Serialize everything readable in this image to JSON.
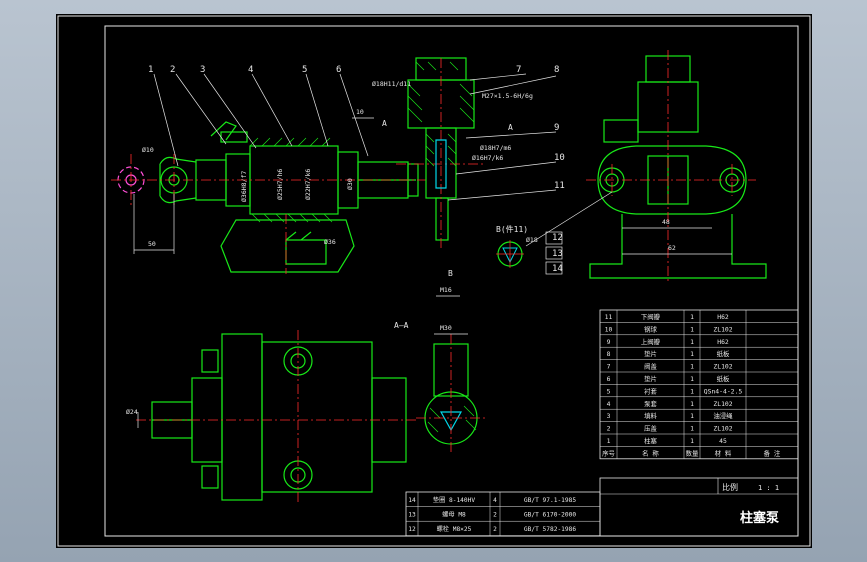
{
  "drawing": {
    "title": "柱塞泵",
    "scale_label": "比例",
    "scale_value": "1 : 1",
    "section_label": "A—A",
    "detail_label": "B(件11)",
    "cut_a_left": "A",
    "cut_a_right": "A",
    "cut_b": "B"
  },
  "leaders": {
    "top": [
      "1",
      "2",
      "3",
      "4",
      "5",
      "6"
    ],
    "right": [
      "7",
      "8",
      "9",
      "10",
      "11",
      "12",
      "13",
      "14"
    ]
  },
  "dimensions": [
    "Ø10",
    "50",
    "10",
    "Ø36H8/f7",
    "Ø25H7/h6",
    "Ø22H7/k6",
    "Ø36",
    "Ø30",
    "M27×1.5-6H/6g",
    "Ø18H11/d11",
    "Ø18H7/m6",
    "Ø16H7/k6",
    "M16",
    "Ø18",
    "M30",
    "Ø24",
    "48",
    "62"
  ],
  "colors": {
    "outline": "#18e818",
    "center": "#ff2b2b",
    "dim": "#e6e6e6",
    "leader": "#e6e6e6",
    "hatch": "#18e818",
    "cyan": "#00d8e8",
    "frame": "#e8e8e8"
  },
  "parts_table": {
    "headers": [
      "序号",
      "名 称",
      "数量",
      "材 料",
      "备 注"
    ],
    "rows": [
      [
        "11",
        "下阀瓣",
        "1",
        "H62",
        ""
      ],
      [
        "10",
        "钢球",
        "1",
        "ZL102",
        ""
      ],
      [
        "9",
        "上阀瓣",
        "1",
        "H62",
        ""
      ],
      [
        "8",
        "垫片",
        "1",
        "纸板",
        ""
      ],
      [
        "7",
        "阀盖",
        "1",
        "ZL102",
        ""
      ],
      [
        "6",
        "垫片",
        "1",
        "纸板",
        ""
      ],
      [
        "5",
        "衬套",
        "1",
        "QSn4-4-2.5",
        ""
      ],
      [
        "4",
        "泵套",
        "1",
        "ZL102",
        ""
      ],
      [
        "3",
        "填料",
        "1",
        "油浸绳",
        ""
      ],
      [
        "2",
        "压盖",
        "1",
        "ZL102",
        ""
      ],
      [
        "1",
        "柱塞",
        "1",
        "45",
        ""
      ]
    ]
  },
  "std_table": {
    "rows": [
      [
        "14",
        "垫圈 8-140HV",
        "4",
        "GB/T 97.1-1985"
      ],
      [
        "13",
        "螺母 M8",
        "2",
        "GB/T 6170-2000"
      ],
      [
        "12",
        "螺栓 M8×25",
        "2",
        "GB/T 5782-1986"
      ]
    ]
  }
}
